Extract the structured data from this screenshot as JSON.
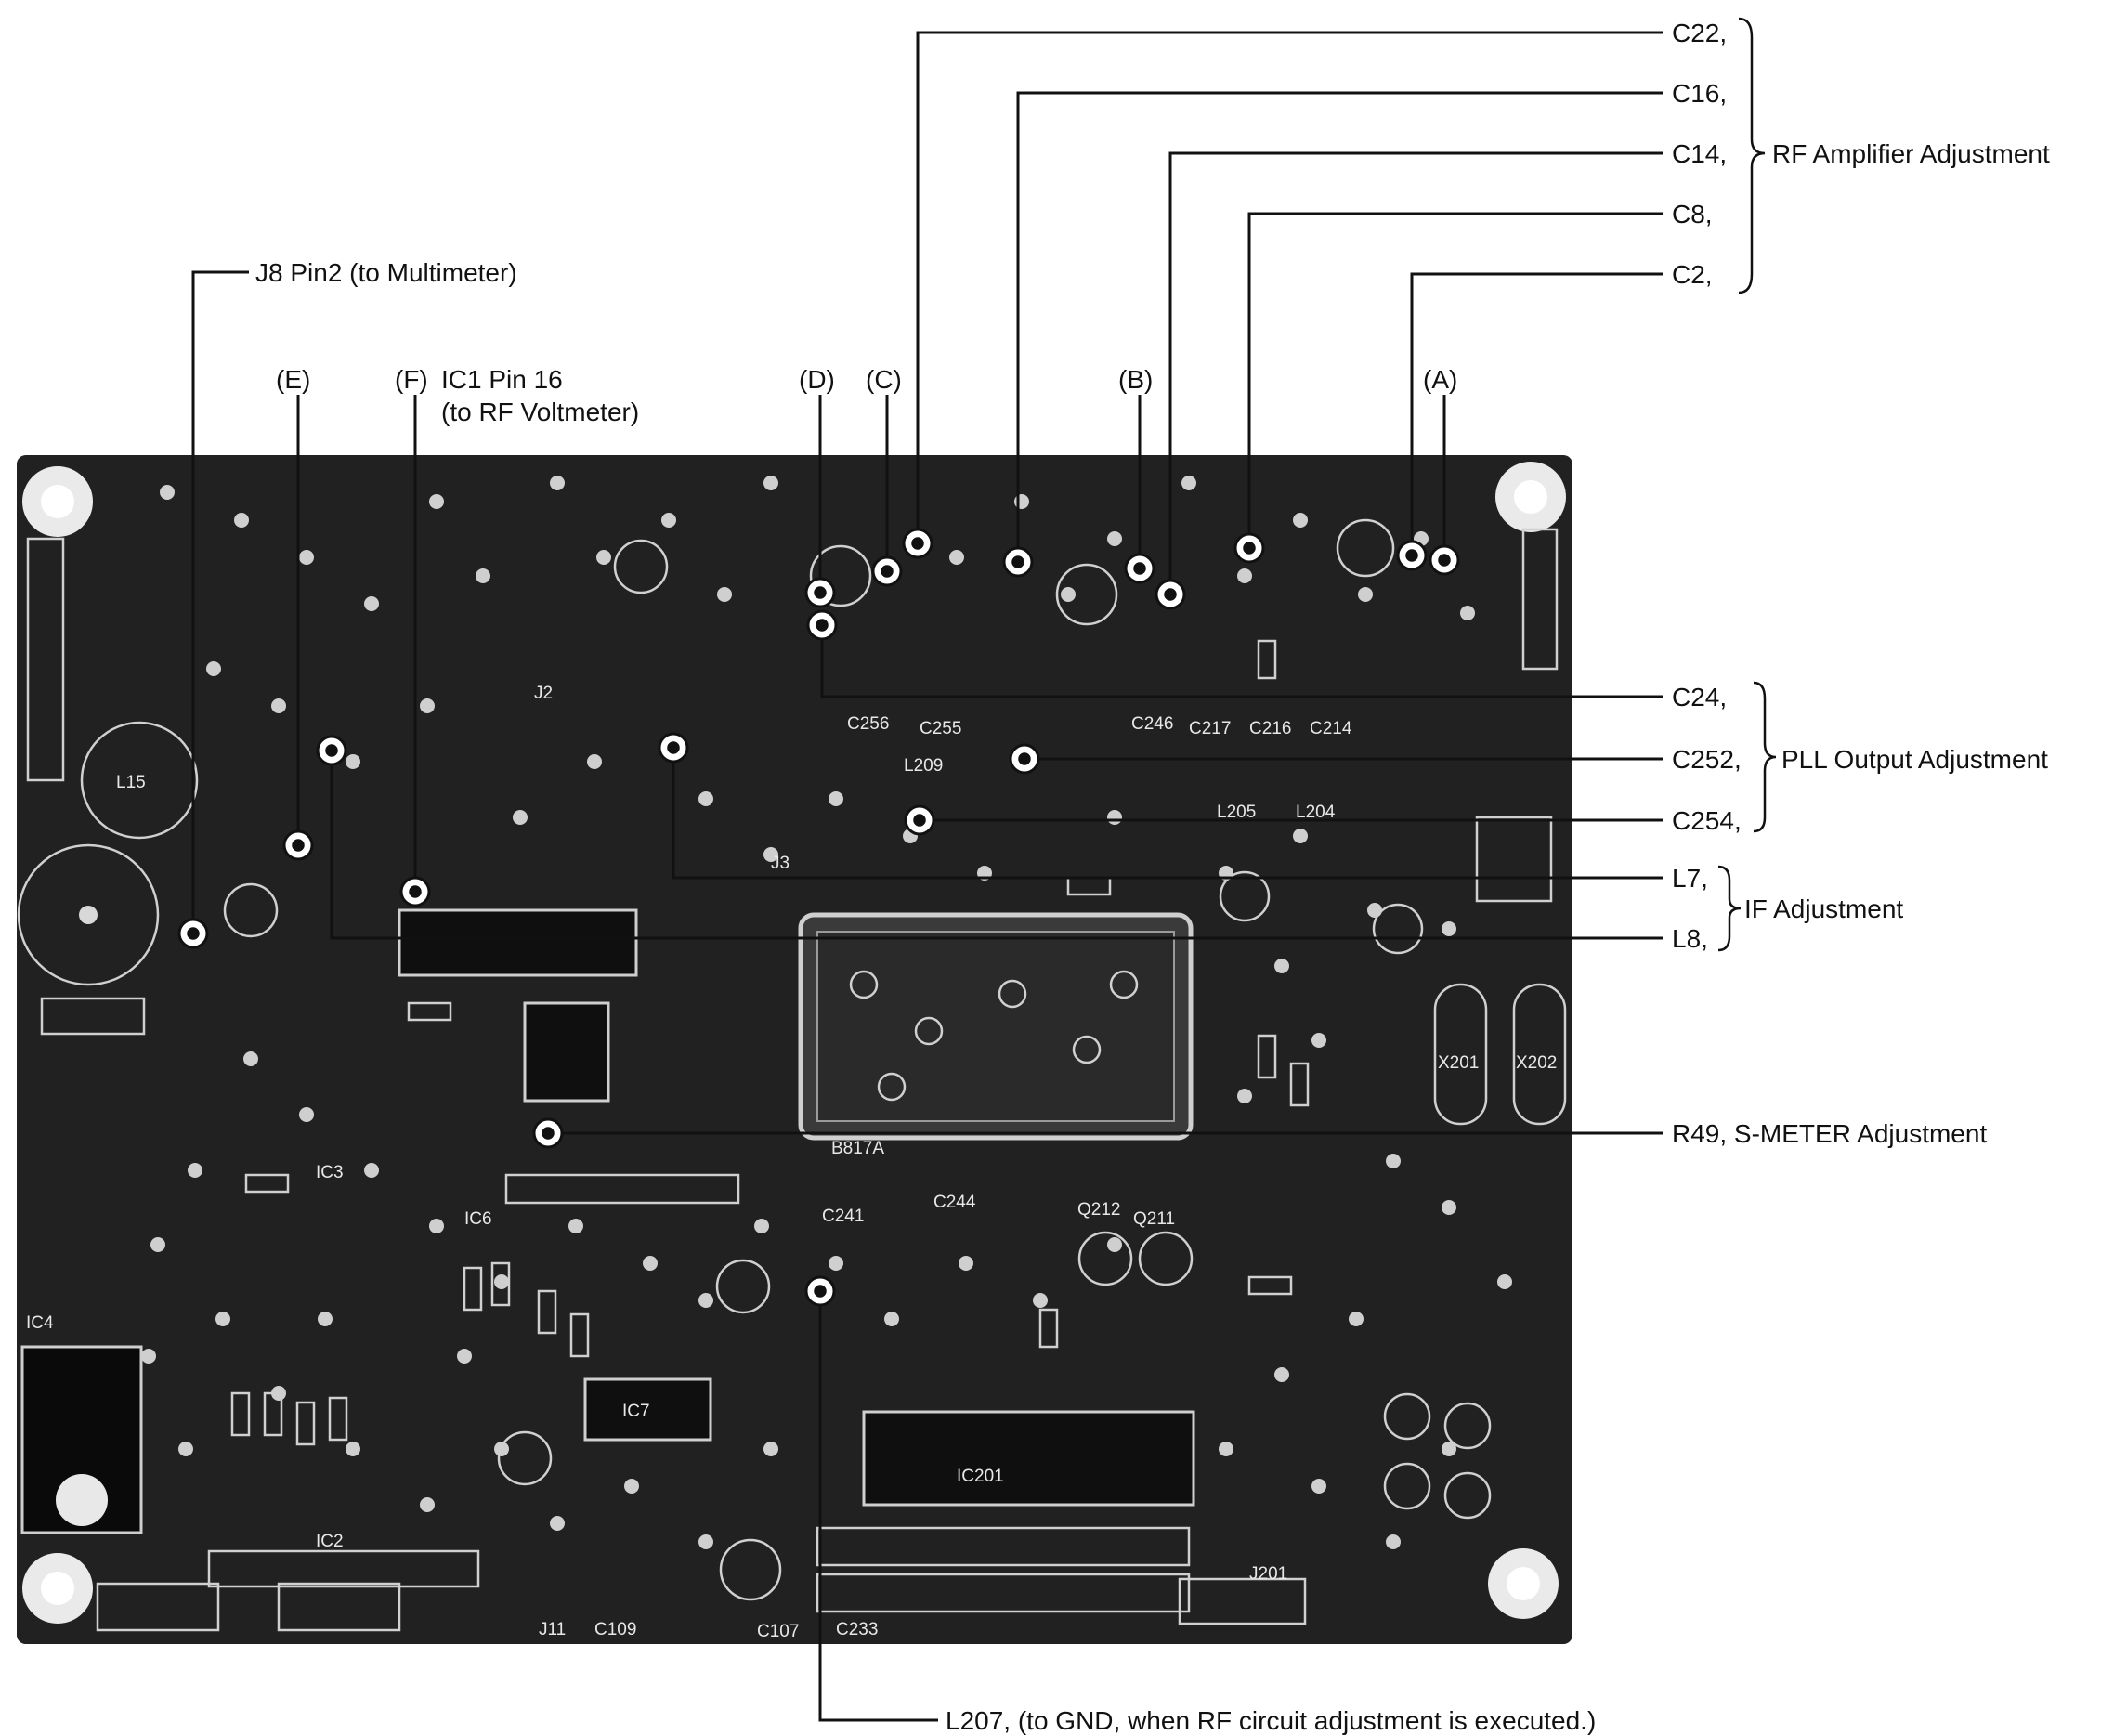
{
  "callouts": {
    "c22": "C22,",
    "c16": "C16,",
    "c14": "C14,",
    "c8": "C8,",
    "c2": "C2,",
    "c24": "C24,",
    "c252": "C252,",
    "c254": "C254,",
    "l7": "L7,",
    "l8": "L8,",
    "r49": "R49, S-METER Adjustment",
    "l207": "L207, (to GND, when RF circuit adjustment is executed.)",
    "j8": "J8 Pin2 (to Multimeter)"
  },
  "groups": {
    "rf_amp": "RF Amplifier Adjustment",
    "pll_output": "PLL Output Adjustment",
    "if_adj": "IF Adjustment"
  },
  "test_points": {
    "e": "(E)",
    "f": "(F)",
    "f_line1": "IC1 Pin 16",
    "f_line2": "(to RF Voltmeter)",
    "d": "(D)",
    "c": "(C)",
    "b": "(B)",
    "a": "(A)"
  },
  "board_labels": {
    "l15": "L15",
    "ic7": "IC7",
    "ic201": "IC201",
    "ic6": "IC6",
    "ic3": "IC3",
    "ic2": "IC2",
    "ic4": "IC4",
    "j3": "J3",
    "j2": "J2",
    "j11": "J11",
    "j201": "J201",
    "x201": "X201",
    "x202": "X202",
    "c256": "C256",
    "c255": "C255",
    "c246": "C246",
    "c217": "C217",
    "c216": "C216",
    "c214": "C214",
    "c241": "C241",
    "c244": "C244",
    "l209": "L209",
    "l205": "L205",
    "l204": "L204",
    "q212": "Q212",
    "q211": "Q211",
    "b817a": "B817A",
    "c233": "C233",
    "c109": "C109",
    "c107": "C107"
  }
}
